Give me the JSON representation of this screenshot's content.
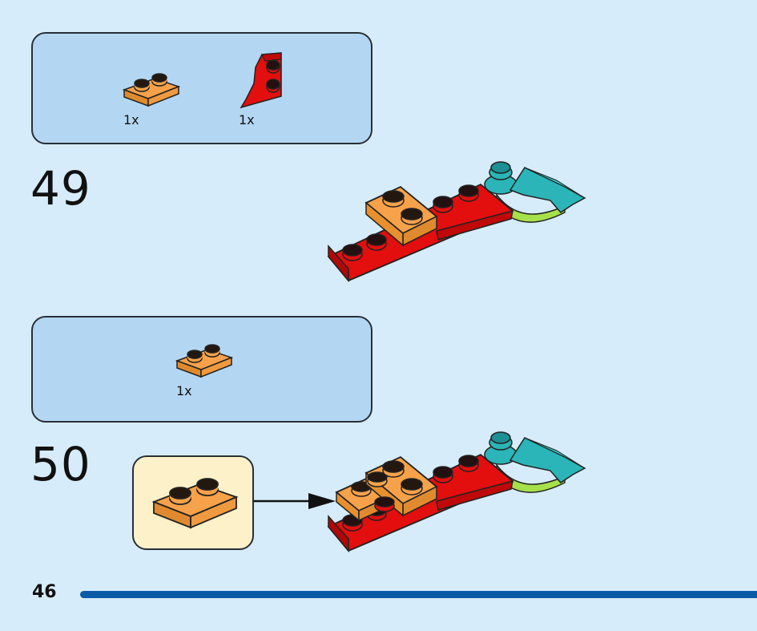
{
  "step_49": {
    "number": "49",
    "parts": [
      {
        "name": "orange-plate-1x2",
        "quantity": "1x",
        "color": "#f7a24a"
      },
      {
        "name": "red-wedge-plate",
        "quantity": "1x",
        "color": "#e30e0e"
      }
    ]
  },
  "step_50": {
    "number": "50",
    "parts": [
      {
        "name": "orange-plate-1x2",
        "quantity": "1x",
        "color": "#f7a24a"
      }
    ]
  },
  "page": {
    "number": "46"
  },
  "colors": {
    "background": "#d6ecfa",
    "parts_box": "#b3d7f3",
    "callout": "#fdf1c9",
    "page_bar": "#0b5aa6",
    "orange": "#f7a24a",
    "red": "#e30e0e",
    "teal": "#2bb5b8",
    "lime": "#a6e04a"
  }
}
